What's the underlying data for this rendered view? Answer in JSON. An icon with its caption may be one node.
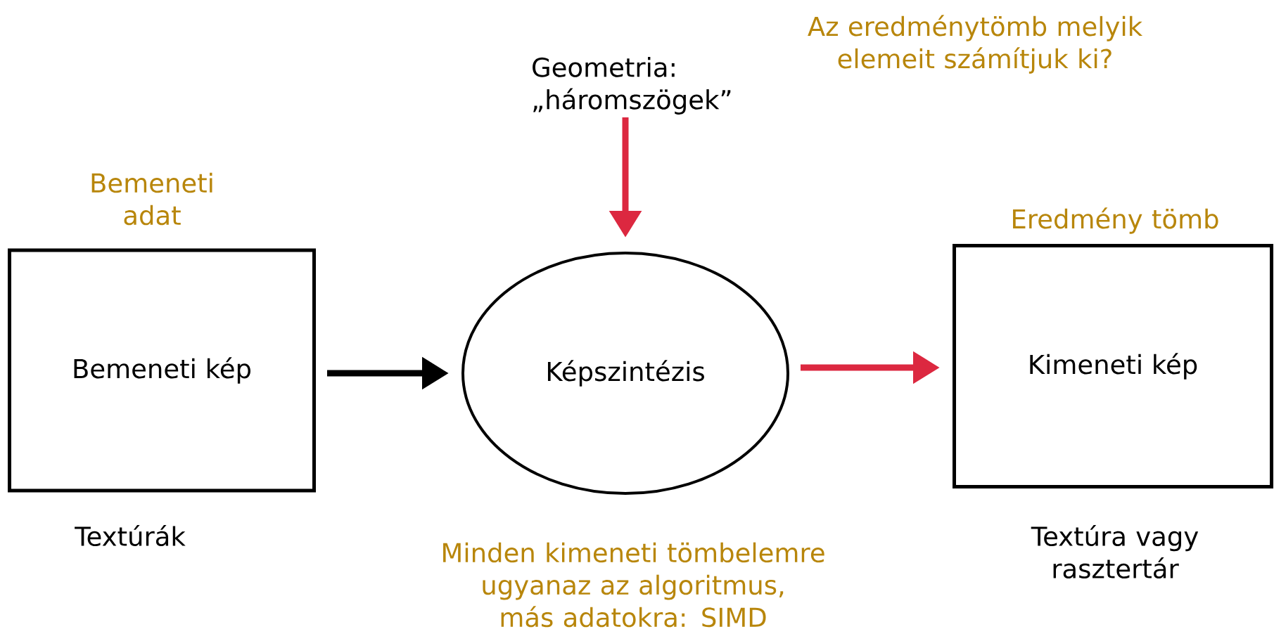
{
  "diagram": {
    "nodes": [
      {
        "text": [
          "Bemeneti kép"
        ],
        "beside": [
          "Bemeneti adat",
          "Textúrák"
        ]
      },
      {
        "text": [
          "Képszintézis"
        ]
      },
      {
        "text": [
          "Kimeneti kép"
        ],
        "beside": [
          "Eredmény tömb",
          "Textúra vagy rasztertár"
        ]
      },
      {
        "text": [
          "Geometria: „háromszögek”"
        ]
      }
    ],
    "edges": [
      {
        "from": 0,
        "to": 1,
        "arrow": "to",
        "color": "#000000"
      },
      {
        "from": 1,
        "to": 2,
        "arrow": "to",
        "color": "#dc2840"
      },
      {
        "from": 3,
        "to": 1,
        "arrow": "to",
        "color": "#dc2840"
      }
    ],
    "labels": [
      "Az eredménytömb melyik elemeit számítjuk ki?",
      "Minden kimeneti tömbelemre ugyanaz az algoritmus, más adatokra: SIMD"
    ]
  }
}
